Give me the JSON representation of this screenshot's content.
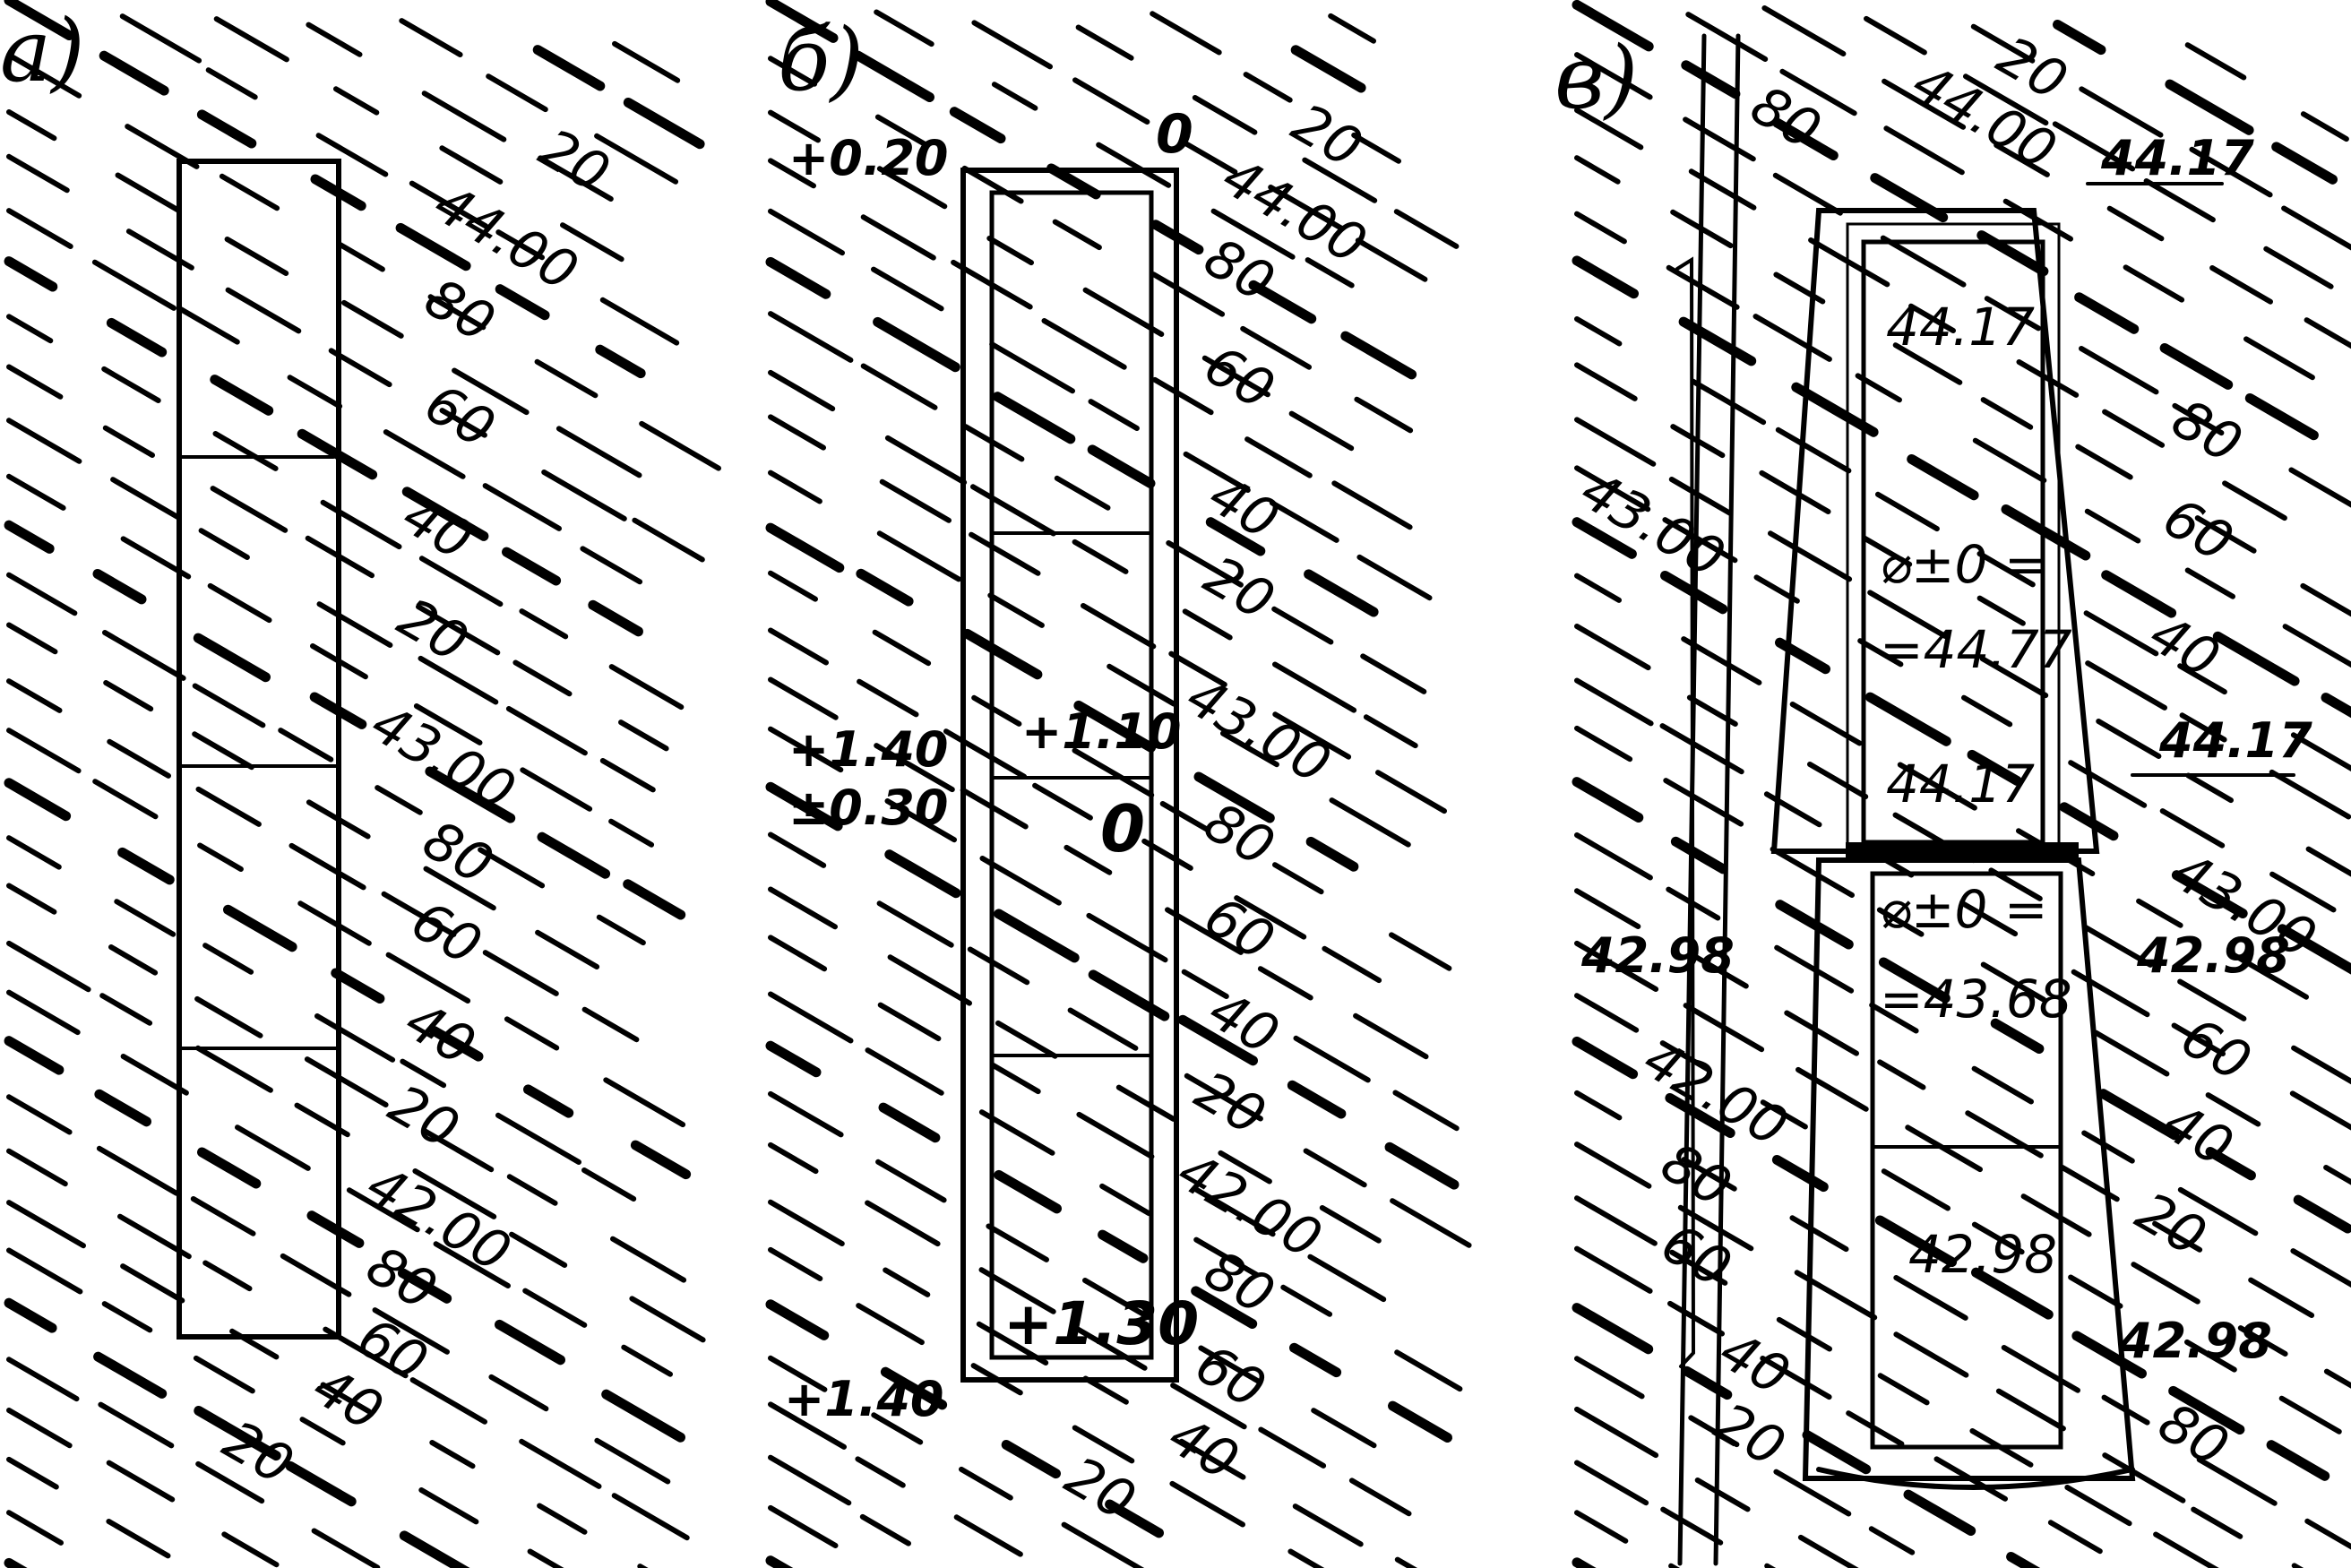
{
  "panels": [
    {
      "label": "а)",
      "labels": [
        "20",
        "44.00",
        "80",
        "60",
        "40",
        "20",
        "43.00",
        "80",
        "60",
        "40",
        "20",
        "42.00",
        "80",
        "60",
        "40",
        "20"
      ]
    },
    {
      "label": "б)",
      "labels": [
        "20",
        "44.00",
        "80",
        "60",
        "40",
        "20",
        "43.00",
        "80",
        "60",
        "40",
        "20",
        "42.00",
        "80",
        "60",
        "40",
        "20"
      ],
      "marks": [
        "+0.20",
        "0",
        "+1.40",
        "±0.30",
        "+1.10",
        "0",
        "+1.30",
        "+1.40"
      ]
    },
    {
      "label": "в)",
      "labels": [
        "20",
        "44.00",
        "80",
        "80",
        "60",
        "40",
        "43.00",
        "60",
        "40",
        "20",
        "80",
        "43.00",
        "60",
        "42.00",
        "80",
        "60",
        "40",
        "20"
      ],
      "marks": [
        "44.17",
        "44.17",
        "44.17",
        "44.17",
        "42.98",
        "42.98",
        "42.98",
        "42.98"
      ],
      "floor_upper": [
        "⌀±0 =",
        "=44.77"
      ],
      "floor_lower": [
        "⌀±0 =",
        "=43.68"
      ]
    }
  ]
}
